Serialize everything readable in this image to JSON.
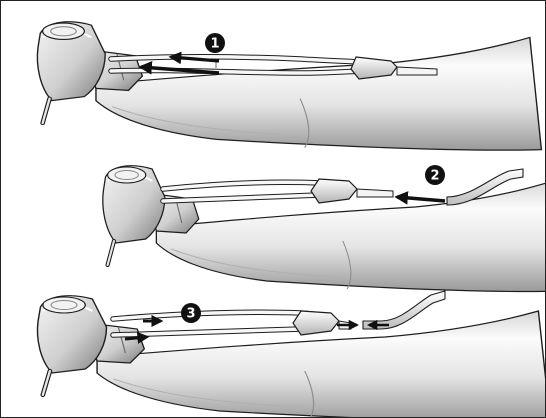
{
  "steps": [
    "1",
    "2",
    "3"
  ],
  "colors": {
    "body_light": "#fafafa",
    "body_mid": "#d2d2d2",
    "body_dark": "#8a8a8a",
    "outline": "#1e1e1e",
    "arrow": "#111111",
    "marker_fill": "#111111",
    "marker_text": "#ffffff",
    "border": "#222222"
  }
}
